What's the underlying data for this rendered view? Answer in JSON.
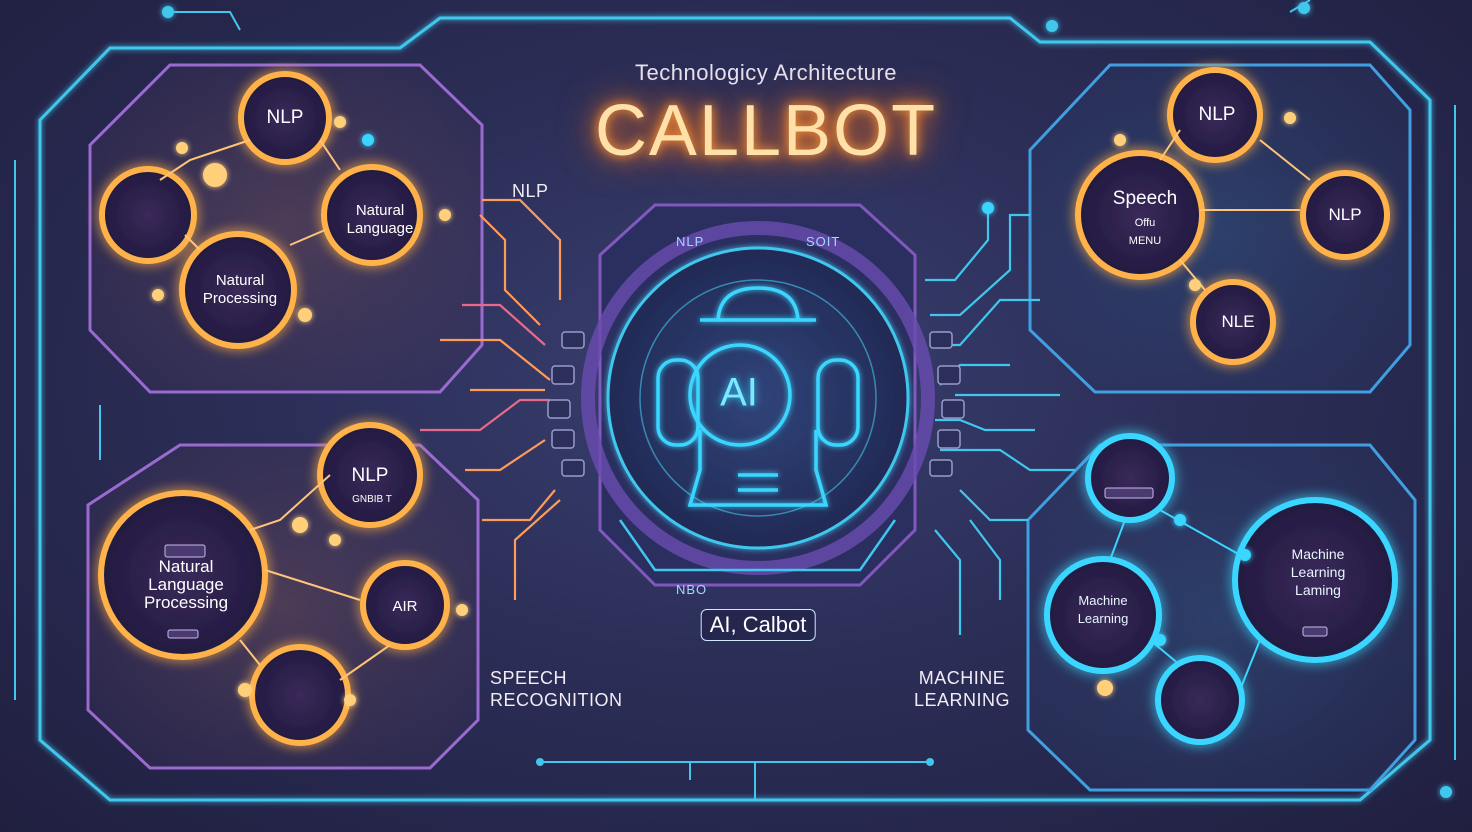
{
  "header": {
    "subtitle": "Technologicy Architecture",
    "title": "CALLBOT"
  },
  "core": {
    "ai_text": "AI",
    "badge": "AI, Calbot",
    "top_tag_left": "NLP",
    "top_tag_right": "SOIT",
    "bottom_tag": "NBO"
  },
  "labels": {
    "nlp_connector": "NLP",
    "speech_recognition": "SPEECH\nRECOGNITION",
    "machine_learning": "MACHINE\nLEARNING"
  },
  "panels": {
    "top_left": {
      "nlp": "NLP",
      "natural_language": "Natural\nLanguage",
      "natural_processing": "Natural\nProcessing"
    },
    "bottom_left": {
      "nlp": "NLP",
      "nlp_sub": "GNBIB T",
      "natural_language": "Natural\nLanguage\nProcessing",
      "air": "AIR"
    },
    "top_right": {
      "nlp_top": "NLP",
      "speech": "Speech",
      "speech_sub": "Offu\nMENU",
      "nlp_right": "NLP",
      "nle": "NLE"
    },
    "bottom_right": {
      "machine_left": "Machine\nLearning",
      "machine_right": "Machine\nLearning\nLaming"
    }
  },
  "colors": {
    "frame_cyan": "#3fc7ee",
    "glow_orange": "#ffb24a",
    "glow_cyan": "#3ad6ff",
    "panel_purple": "#8a5cc8"
  }
}
